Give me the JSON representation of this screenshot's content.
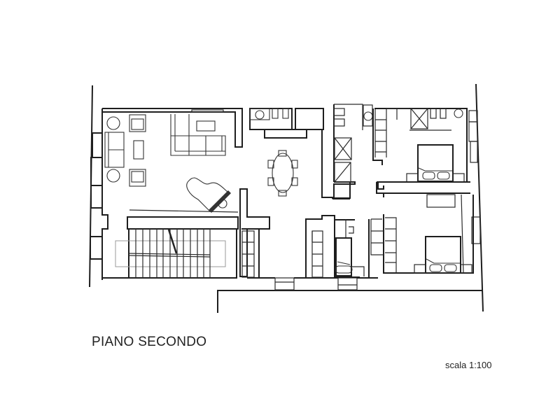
{
  "drawing": {
    "title": "PIANO SECONDO",
    "scale": "scala 1:100",
    "line_color": "#1e1e1e",
    "background": "#ffffff"
  },
  "rooms": [
    {
      "name": "living-room",
      "furniture": [
        "sofa",
        "armchair",
        "armchair",
        "armchair",
        "armchair",
        "coffee-table",
        "side-table",
        "side-table",
        "sectional-sofa",
        "low-table",
        "grand-piano"
      ]
    },
    {
      "name": "dining-room",
      "furniture": [
        "oval-dining-table",
        "chair",
        "chair",
        "chair",
        "chair",
        "chair",
        "chair"
      ]
    },
    {
      "name": "kitchen",
      "furniture": [
        "counter",
        "sink",
        "stove"
      ]
    },
    {
      "name": "corridor",
      "furniture": [
        "closet",
        "closet"
      ]
    },
    {
      "name": "bedroom-1",
      "furniture": [
        "double-bed",
        "nightstand",
        "nightstand",
        "wardrobe"
      ]
    },
    {
      "name": "bedroom-2",
      "furniture": [
        "double-bed",
        "nightstand",
        "nightstand",
        "wardrobe",
        "desk"
      ]
    },
    {
      "name": "bathroom-1",
      "furniture": [
        "toilet",
        "washbasin",
        "shower"
      ]
    },
    {
      "name": "bathroom-2",
      "furniture": [
        "bathtub",
        "washbasin"
      ]
    },
    {
      "name": "staircase",
      "furniture": [
        "stairs"
      ]
    }
  ]
}
